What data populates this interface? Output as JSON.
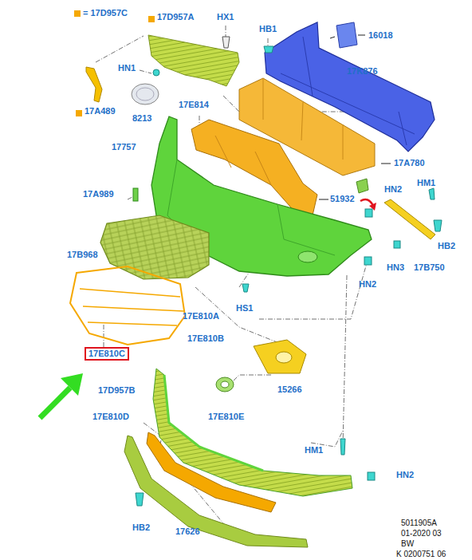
{
  "diagram": {
    "nodes": [
      {
        "text": [
          "17E810C"
        ]
      }
    ],
    "labels": [
      "17D957A",
      "HX1",
      "HB1",
      "16018",
      "HN1",
      "17K876",
      "17A489",
      "8213",
      "17E814",
      "17757",
      "17A780",
      "17A989",
      "51932",
      "HN2",
      "HM1",
      "17B968",
      "HN3",
      "HB2",
      "17B750",
      "HN2",
      "HS1",
      "17E810A",
      "17E810B",
      "15266",
      "17D957B",
      "17E810E",
      "17E810D",
      "HM1",
      "HN2",
      "HB2",
      "17626",
      "5011905A",
      "01-2020 03",
      "BW",
      "K 0200751 06"
    ],
    "legend": [
      {
        "text": "= 17D957C",
        "color": "#f5a800"
      }
    ]
  }
}
